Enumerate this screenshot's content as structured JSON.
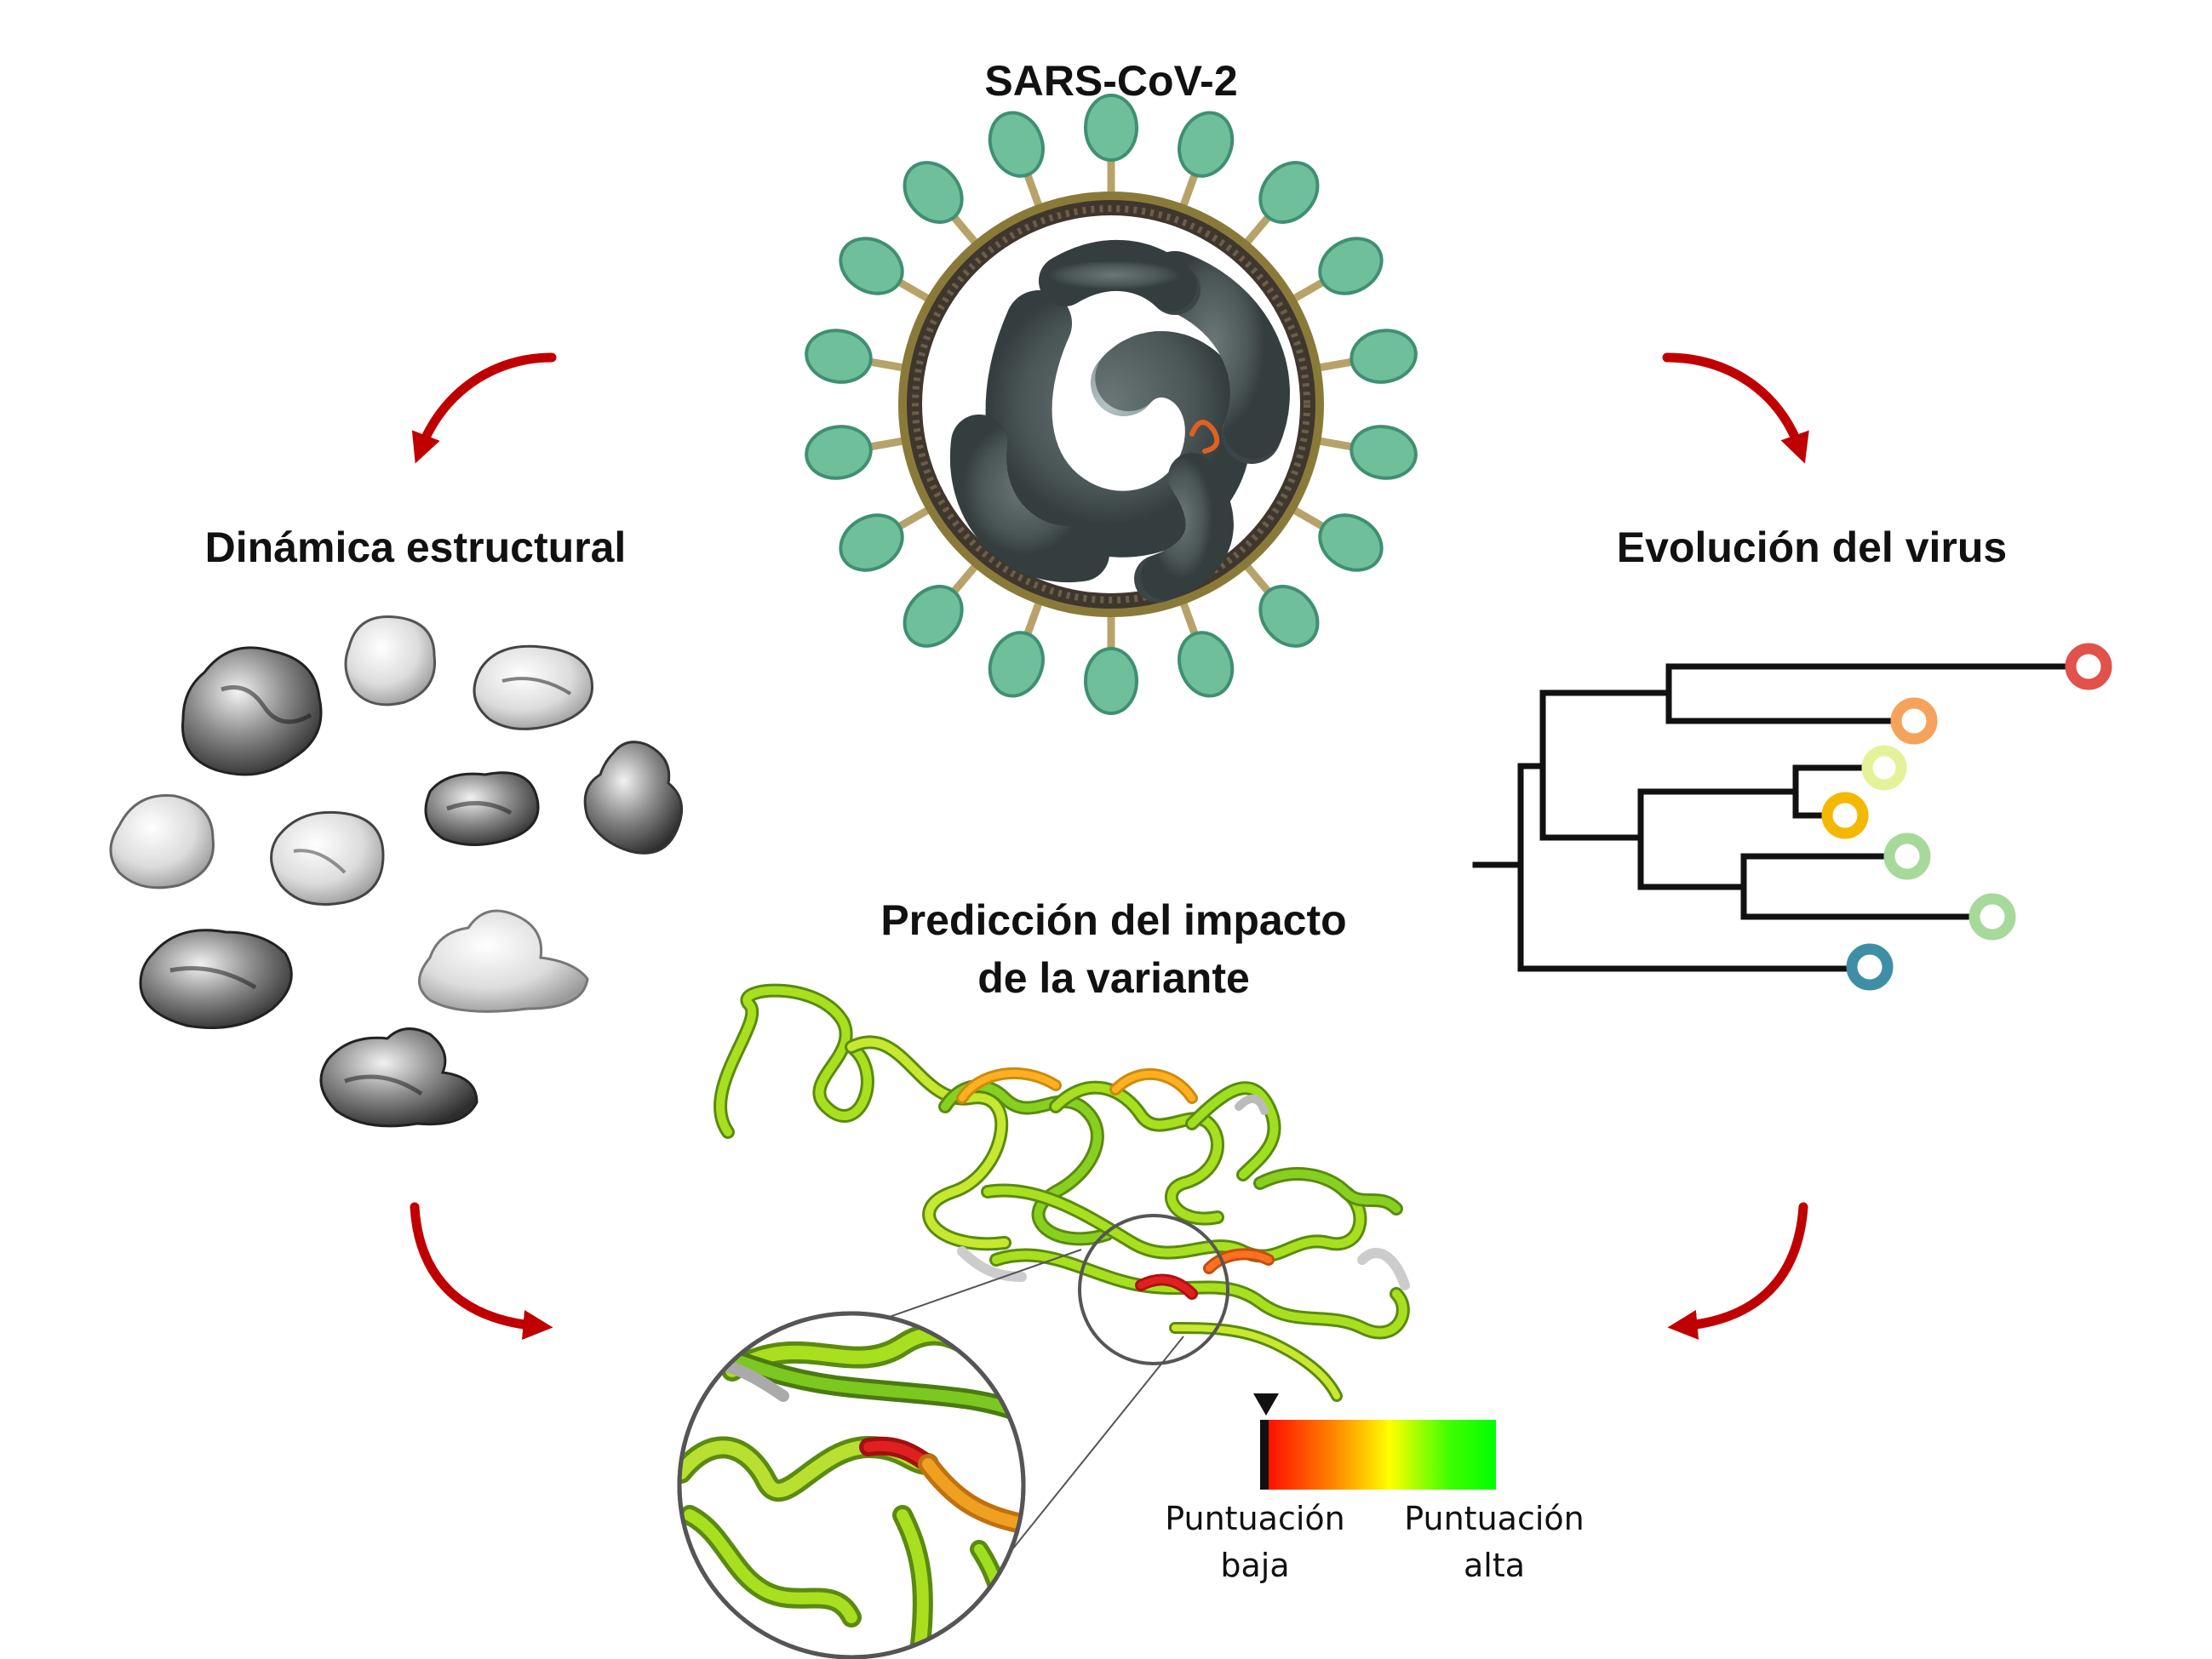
{
  "titles": {
    "virus": "SARS-CoV-2",
    "structural": "Dinámica estructural",
    "evolution": "Evolución del virus",
    "prediction_line1": "Predicción del impacto",
    "prediction_line2": "de la variante"
  },
  "legend": {
    "low_line1": "Puntuación",
    "low_line2": "baja",
    "high_line1": "Puntuación",
    "high_line2": "alta",
    "gradient_colors": [
      "#ff0000",
      "#ff7f00",
      "#ffff00",
      "#00ff00"
    ]
  },
  "colors": {
    "arrow": "#c00000",
    "tree_branch": "#111111",
    "leaf_nodes": [
      "#e0524a",
      "#f5a35c",
      "#e6f29a",
      "#f5b800",
      "#a6d99a",
      "#a6d99a",
      "#3e8fa6"
    ],
    "spike": "#6fbf9a",
    "envelope": "#4a3f35",
    "rna": "#7c8a8a"
  },
  "icons": {
    "virus": "coronavirus-particle",
    "proteins": "protein-surface-structures",
    "tree": "phylogenetic-tree",
    "ribbon": "protein-ribbon-structure",
    "magnifier": "zoom-circle",
    "marker": "triangle-down-marker",
    "arrow": "curved-arrow"
  }
}
